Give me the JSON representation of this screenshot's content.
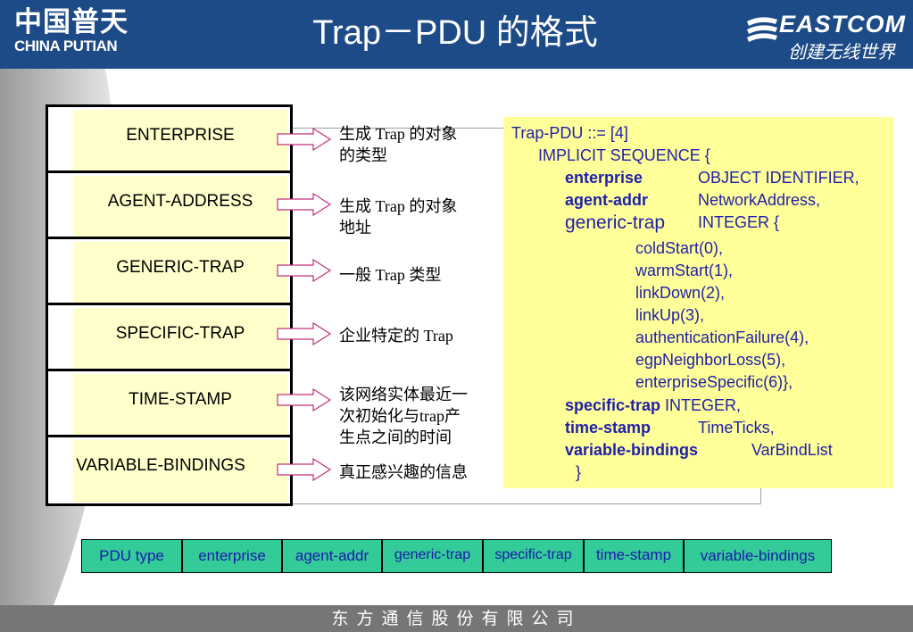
{
  "header": {
    "logo_left_cn": "中国普天",
    "logo_left_en": "CHINA PUTIAN",
    "title": "Trap－PDU 的格式",
    "logo_right_brand": "EASTCOM",
    "logo_right_slogan": "创建无线世界"
  },
  "pdu_fields": [
    "ENTERPRISE",
    "AGENT-ADDRESS",
    "GENERIC-TRAP",
    "SPECIFIC-TRAP",
    "TIME-STAMP",
    "VARIABLE-BINDINGS"
  ],
  "descriptions": [
    [
      "生成 Trap 的对象",
      "的类型"
    ],
    [
      "生成 Trap 的对象",
      "地址"
    ],
    [
      "一般 Trap 类型"
    ],
    [
      "企业特定的 Trap"
    ],
    [
      "该网络实体最近一",
      "次初始化与trap产",
      "生点之间的时间"
    ],
    [
      "真正感兴趣的信息"
    ]
  ],
  "definition": {
    "l1": "Trap-PDU ::= [4]",
    "l2": "IMPLICIT SEQUENCE {",
    "enterprise": "enterprise",
    "enterprise_type": "OBJECT IDENTIFIER,",
    "agent_addr": "agent-addr",
    "agent_addr_type": "NetworkAddress,",
    "generic_trap": "generic-trap",
    "generic_trap_type": "INTEGER {",
    "values": [
      "coldStart(0),",
      "warmStart(1),",
      "linkDown(2),",
      "linkUp(3),",
      "authenticationFailure(4),",
      "egpNeighborLoss(5),",
      "enterpriseSpecific(6)},"
    ],
    "specific_trap": "specific-trap",
    "specific_trap_type": " INTEGER,",
    "time_stamp": "time-stamp",
    "time_stamp_type": "TimeTicks,",
    "variable_bindings": "variable-bindings",
    "variable_bindings_type": "VarBindList",
    "close": "}"
  },
  "pdu_cells": [
    "PDU type",
    "enterprise",
    "agent-addr",
    "generic-trap",
    "specific-trap",
    "time-stamp",
    "variable-bindings"
  ],
  "footer": "东方通信股份有限公司",
  "colors": {
    "header_bg": "#1d4b87",
    "field_bg": "#ffffcc",
    "definition_bg": "#ffff99",
    "definition_text": "#1f1faa",
    "cell_bg": "#33cc99",
    "footer_bg": "#767676"
  }
}
